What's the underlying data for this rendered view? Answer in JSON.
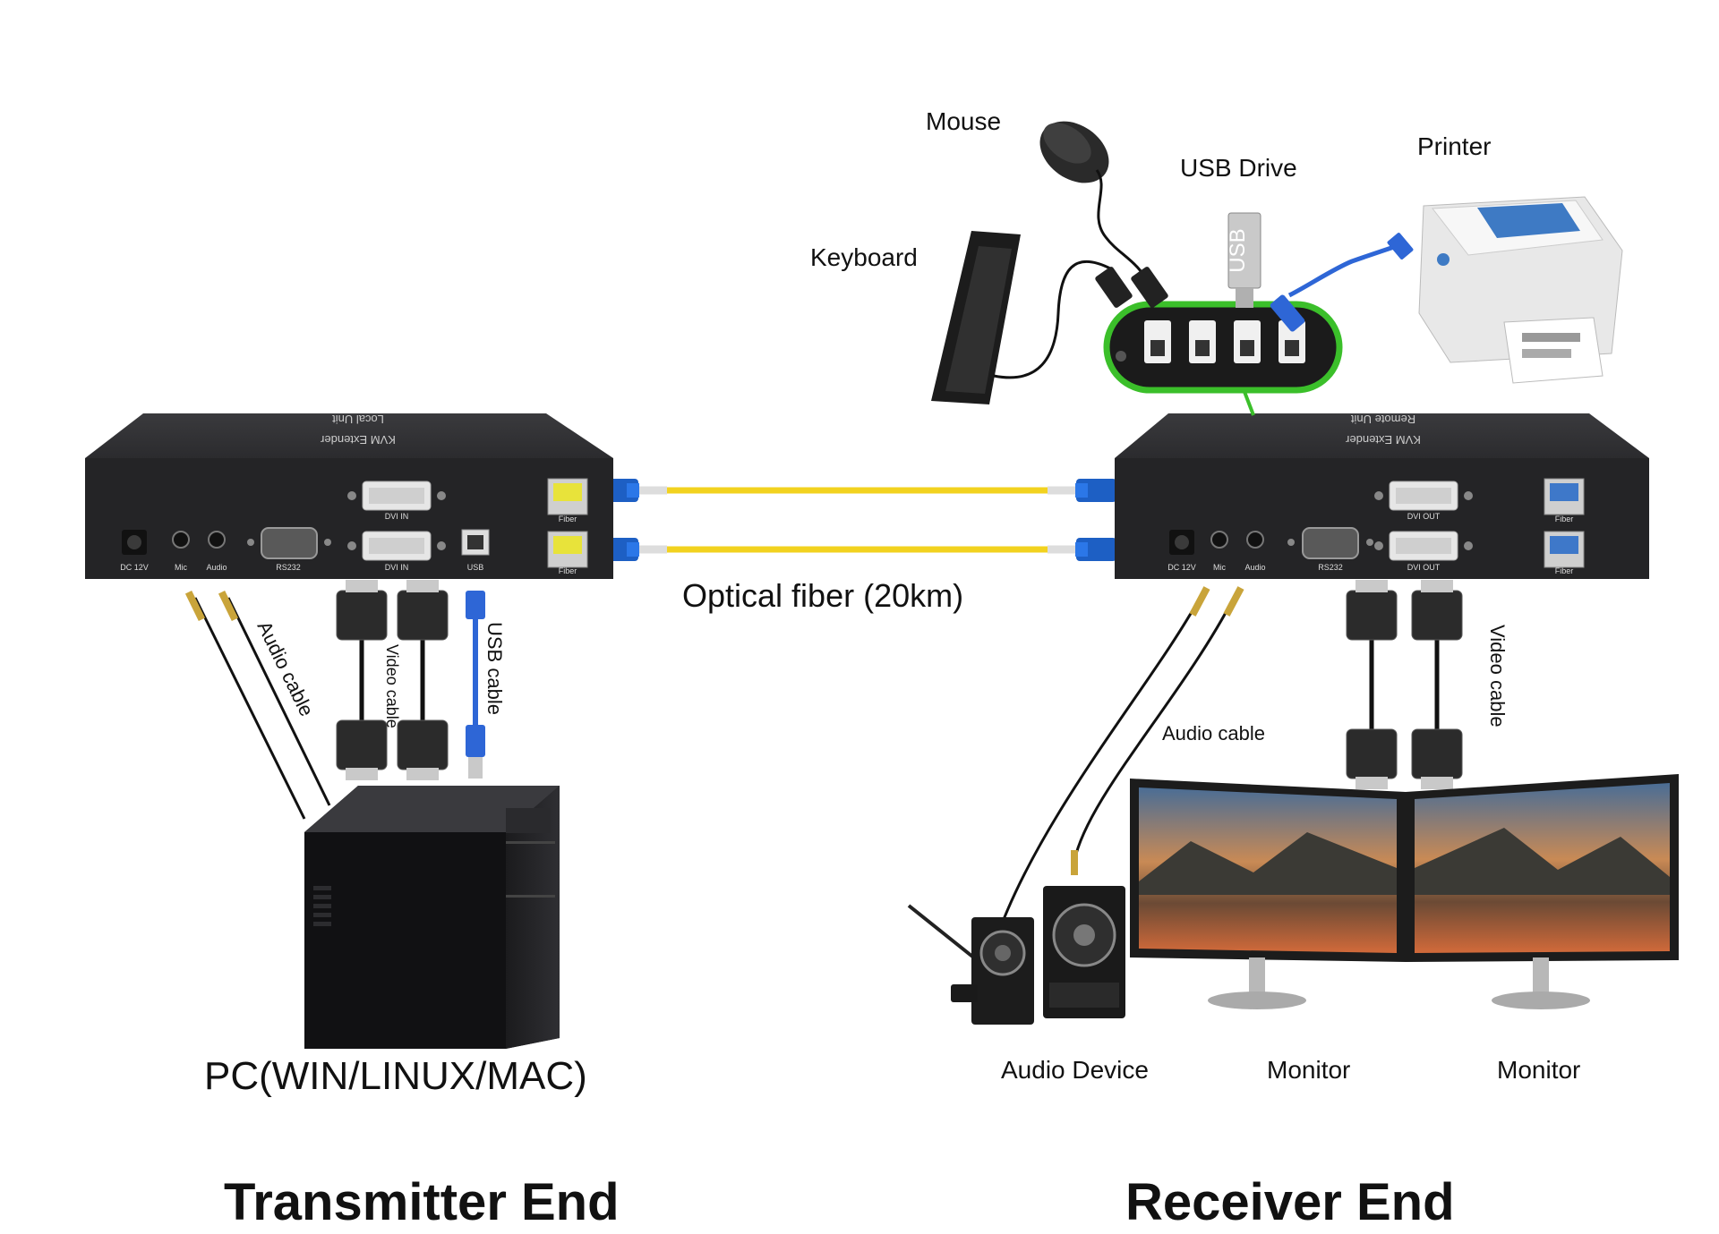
{
  "labels": {
    "mouse": "Mouse",
    "usb_drive": "USB Drive",
    "printer": "Printer",
    "keyboard": "Keyboard",
    "optical_fiber": "Optical fiber (20km)",
    "pc": "PC(WIN/LINUX/MAC)",
    "audio_cable_tx": "Audio cable",
    "video_cable_tx": "Video cable",
    "usb_cable": "USB cable",
    "audio_cable_rx": "Audio cable",
    "video_cable_rx": "Video cable",
    "audio_device": "Audio Device",
    "monitor_1": "Monitor",
    "monitor_2": "Monitor",
    "transmitter_end": "Transmitter End",
    "receiver_end": "Receiver End",
    "usb_stick": "USB"
  },
  "transmitter": {
    "top_title": "KVM Extender",
    "top_subtitle": "Local Unit",
    "ports": [
      "DC 12V",
      "Mic",
      "Audio",
      "RS232",
      "DVI IN",
      "DVI IN",
      "USB",
      "Fiber",
      "Fiber"
    ]
  },
  "receiver": {
    "top_title": "KVM Extender",
    "top_subtitle": "Remote Unit",
    "ports": [
      "DC 12V",
      "Mic",
      "Audio",
      "RS232",
      "DVI OUT",
      "DVI OUT",
      "Fiber",
      "Fiber"
    ]
  },
  "colors": {
    "device_body": "#2a2a2c",
    "fiber_cable": "#f2d21f",
    "fiber_connector": "#1d5fc4",
    "hub_outline": "#3bbf2a",
    "usb_cable": "#2e66d6"
  }
}
